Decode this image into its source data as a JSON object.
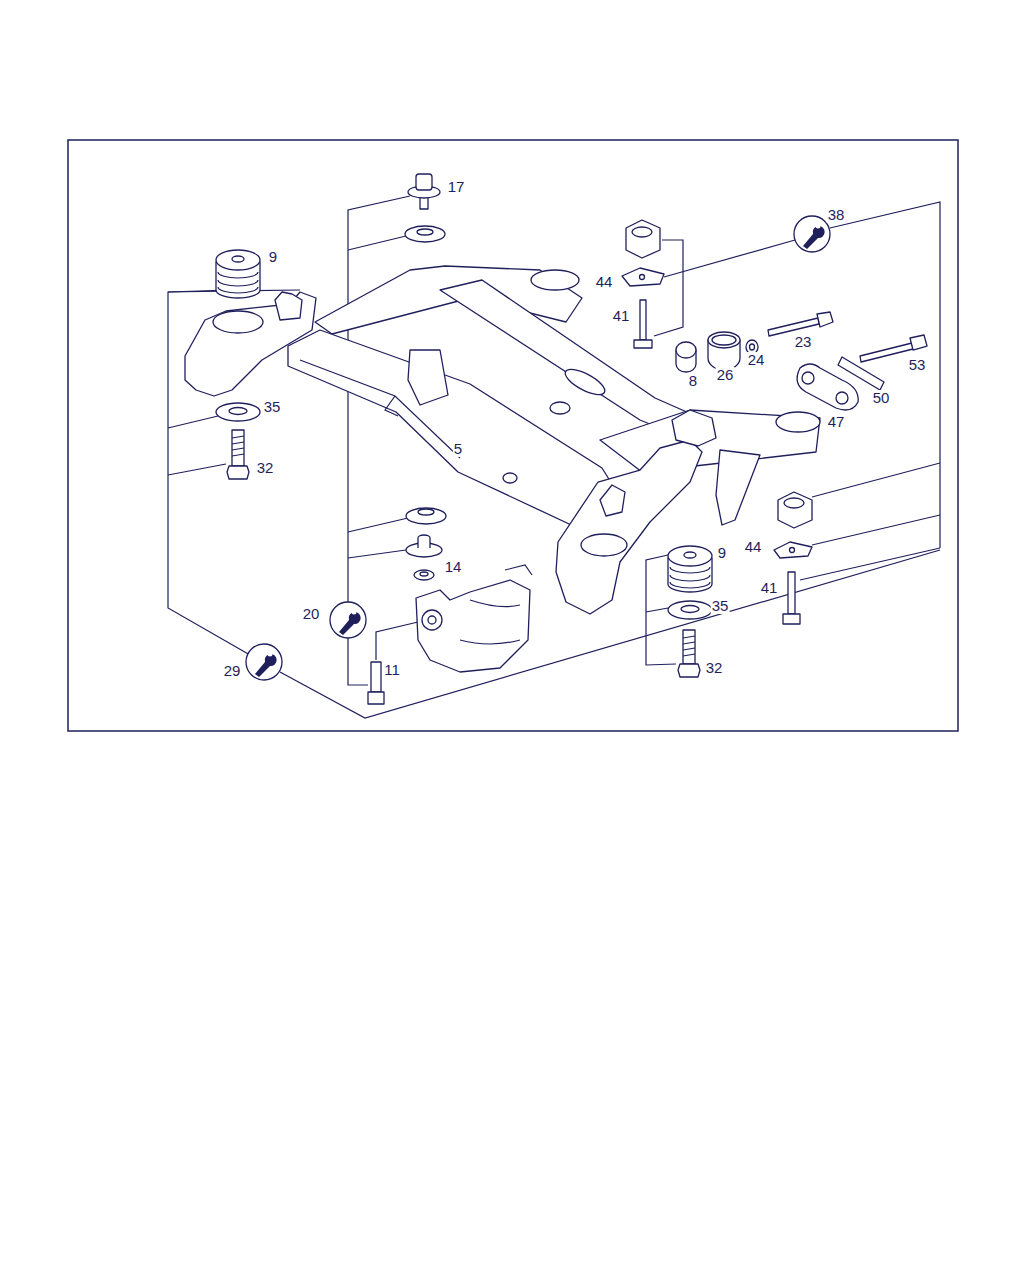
{
  "diagram": {
    "labels": [
      "17",
      "38",
      "9",
      "44",
      "41",
      "23",
      "24",
      "53",
      "26",
      "8",
      "50",
      "35",
      "47",
      "5",
      "32",
      "44",
      "9",
      "14",
      "41",
      "35",
      "29",
      "11",
      "32",
      "20"
    ]
  }
}
